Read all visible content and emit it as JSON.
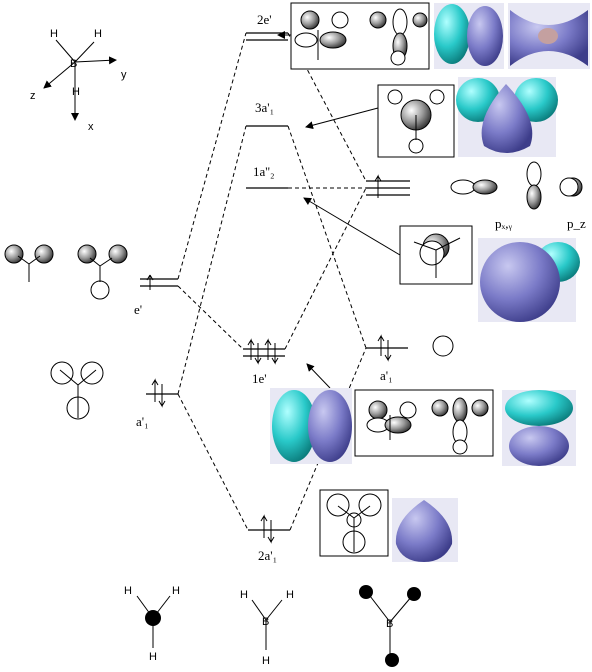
{
  "axes": {
    "x": "x",
    "y": "y",
    "z": "z",
    "boron": "B",
    "hydrogen": "H"
  },
  "levels": {
    "e2prime": "2e'",
    "a3prime1": "3a'₁",
    "a1dblprime2": "1a''₂",
    "e1prime": "1e'",
    "a2prime1": "2a'₁"
  },
  "left_labels": {
    "eprime": "e'",
    "aprime1": "a'₁"
  },
  "right_labels": {
    "pxy": "pₓ,ᵧ",
    "pz": "p_z",
    "aprime1": "a'₁"
  },
  "bottom": {
    "h3_group": {
      "h1": "H",
      "h2": "H",
      "h3": "H"
    },
    "bh3": {
      "boron": "B",
      "h1": "H",
      "h2": "H",
      "h3": "H"
    },
    "b_center": "B"
  },
  "colors": {
    "lobe_blue": "#7b7bc8",
    "lobe_cyan": "#29c9c9",
    "dark_cyan": "#0a8a8a"
  }
}
